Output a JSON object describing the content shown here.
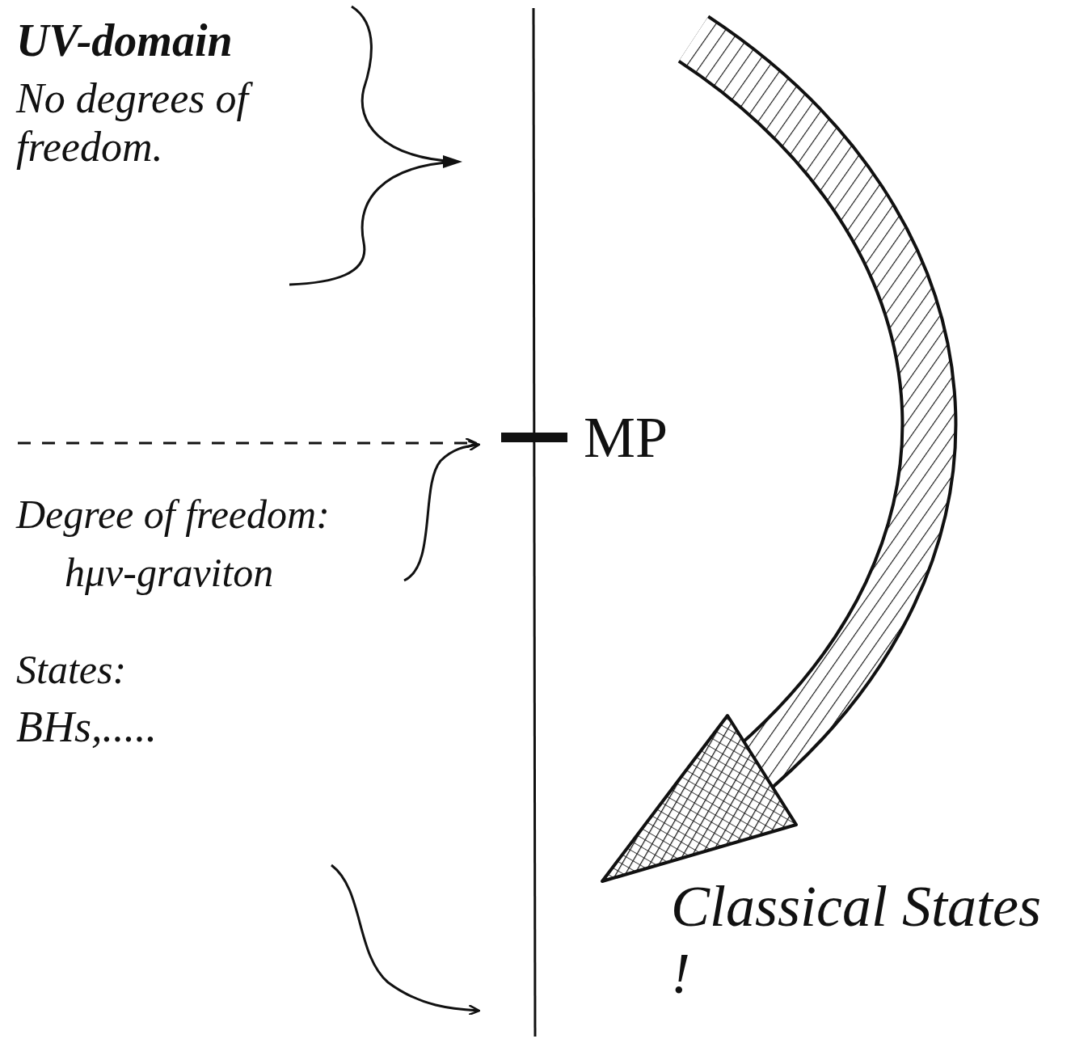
{
  "diagram": {
    "labels": [
      "UV-domain",
      "No degrees of freedom.",
      "MP",
      "Degree of freedom:",
      "hμν-graviton",
      "States:",
      "BHs,.....",
      "Classical States !"
    ]
  }
}
